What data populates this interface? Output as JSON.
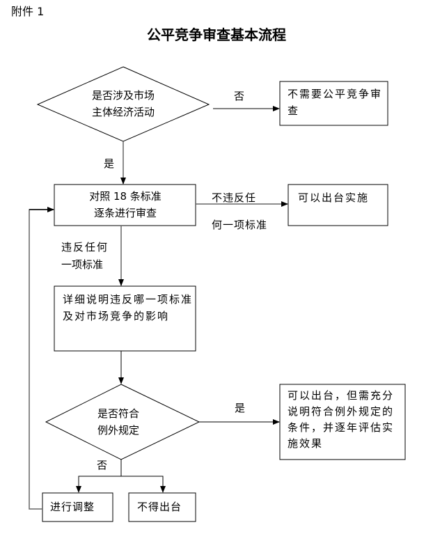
{
  "header": {
    "attachment_label": "附件 1",
    "title": "公平竞争审查基本流程"
  },
  "nodes": {
    "decision_market": {
      "line1": "是否涉及市场",
      "line2": "主体经济活动"
    },
    "no_review_box": {
      "text": "不需要公平竞争审查"
    },
    "review_box": {
      "line1": "对照 18 条标准",
      "line2": "逐条进行审查"
    },
    "implement_box": {
      "text": "可以出台实施"
    },
    "explain_box": {
      "text": "详细说明违反哪一项标准及对市场竞争的影响"
    },
    "decision_exception": {
      "line1": "是否符合",
      "line2": "例外规定"
    },
    "exception_box": {
      "text": "可以出台，但需充分说明符合例外规定的条件，并逐年评估实施效果"
    },
    "adjust_box": {
      "text": "进行调整"
    },
    "reject_box": {
      "text": "不得出台"
    }
  },
  "edge_labels": {
    "market_no": "否",
    "market_yes": "是",
    "no_violation_line1": "不违反任",
    "no_violation_line2": "何一项标准",
    "violation_line1": "违反任何",
    "violation_line2": "一项标准",
    "exception_yes": "是",
    "exception_no": "否"
  },
  "colors": {
    "stroke": "#000000",
    "gray_line": "#666666",
    "background": "#ffffff"
  }
}
